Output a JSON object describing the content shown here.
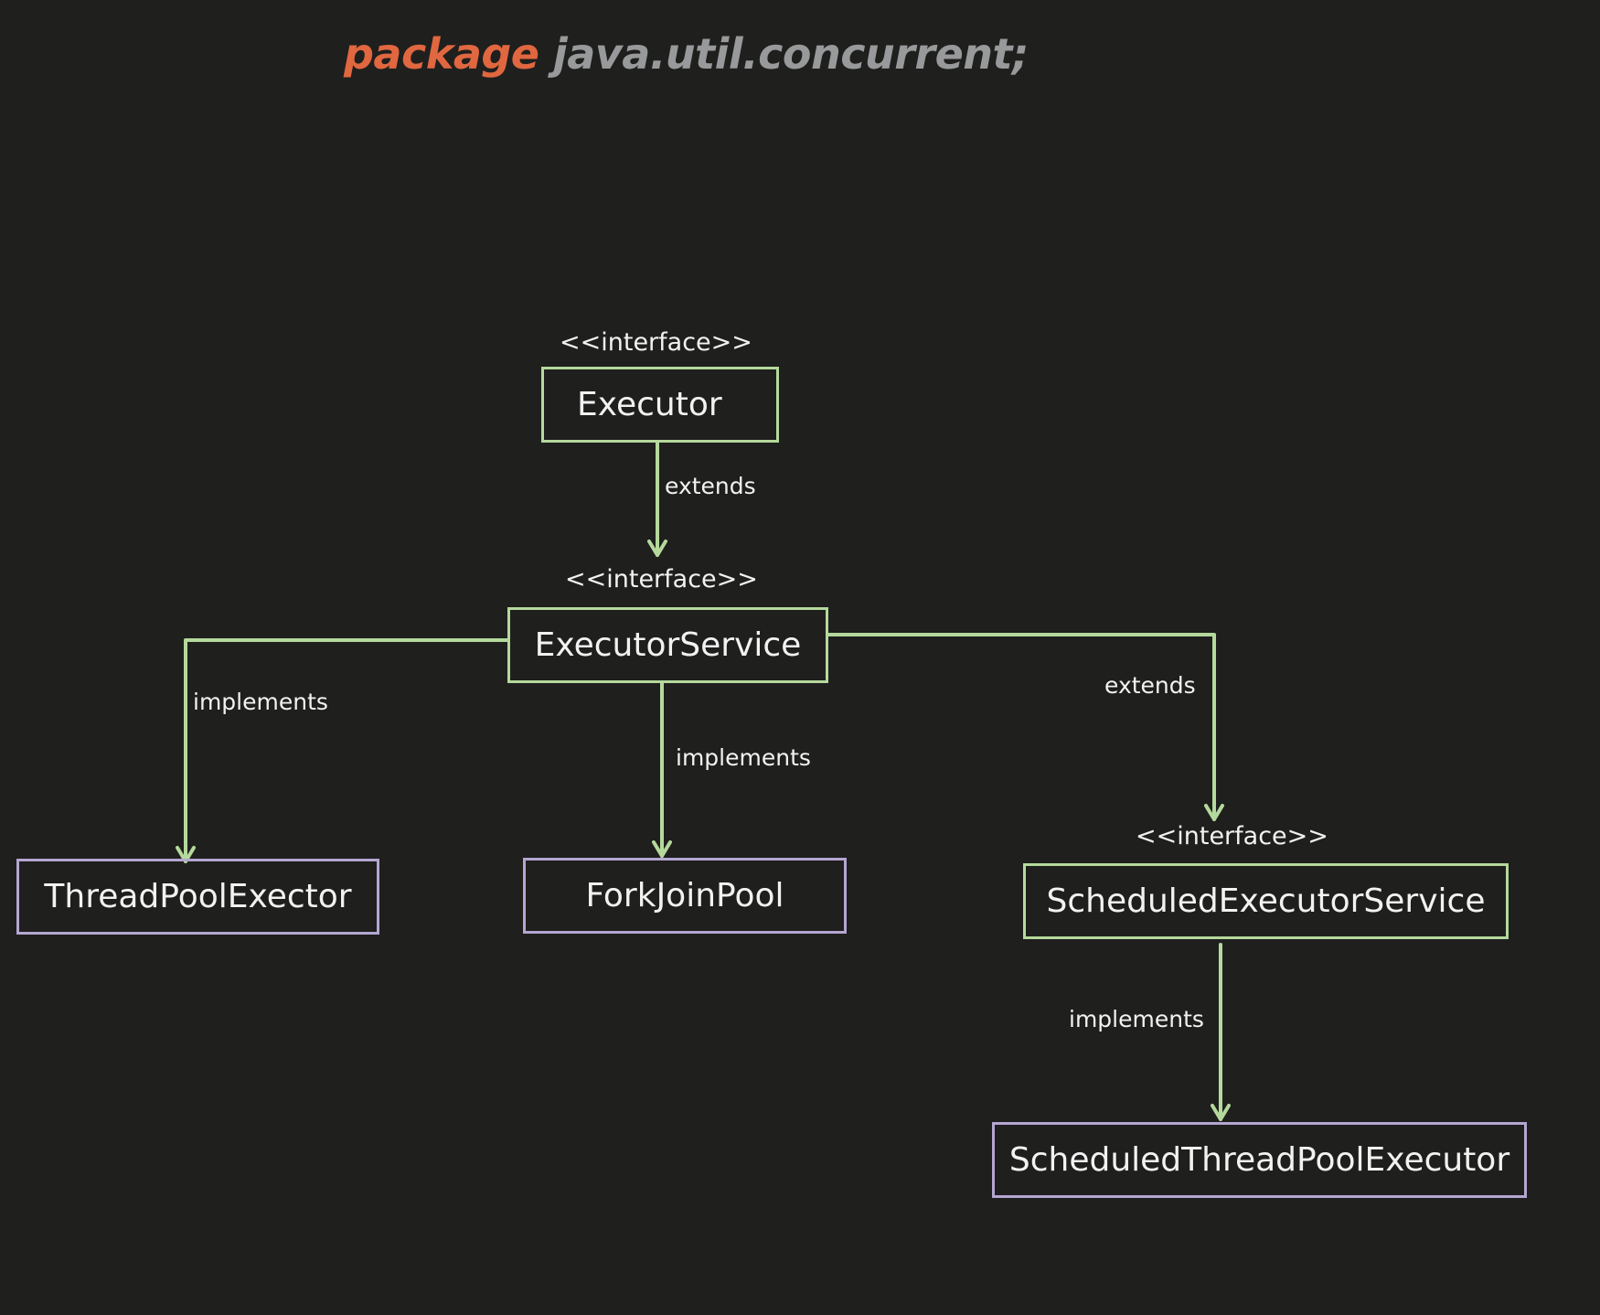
{
  "heading": {
    "keyword": "package",
    "package_name": "java.util.concurrent;"
  },
  "colors": {
    "background": "#1f1f1e",
    "keyword": "#e0673f",
    "package_name": "#98999b",
    "interface_border": "#b5d99c",
    "class_border": "#b4a6d1",
    "edge": "#b5d99c",
    "text": "#f2f2f2"
  },
  "nodes": {
    "executor": {
      "stereotype": "<<interface>>",
      "name": "Executor",
      "kind": "interface"
    },
    "executor_service": {
      "stereotype": "<<interface>>",
      "name": "ExecutorService",
      "kind": "interface"
    },
    "scheduled_executor_service": {
      "stereotype": "<<interface>>",
      "name": "ScheduledExecutorService",
      "kind": "interface"
    },
    "thread_pool_executor": {
      "name": "ThreadPoolExector",
      "kind": "class"
    },
    "fork_join_pool": {
      "name": "ForkJoinPool",
      "kind": "class"
    },
    "scheduled_thread_pool_executor": {
      "name": "ScheduledThreadPoolExecutor",
      "kind": "class"
    }
  },
  "edges": {
    "executor_to_executor_service": {
      "label": "extends",
      "from": "Executor",
      "to": "ExecutorService"
    },
    "executor_service_to_thread_pool_executor": {
      "label": "implements",
      "from": "ExecutorService",
      "to": "ThreadPoolExector"
    },
    "executor_service_to_fork_join_pool": {
      "label": "implements",
      "from": "ExecutorService",
      "to": "ForkJoinPool"
    },
    "executor_service_to_scheduled_executor_service": {
      "label": "extends",
      "from": "ExecutorService",
      "to": "ScheduledExecutorService"
    },
    "scheduled_executor_service_to_scheduled_thread_pool_executor": {
      "label": "implements",
      "from": "ScheduledExecutorService",
      "to": "ScheduledThreadPoolExecutor"
    }
  }
}
